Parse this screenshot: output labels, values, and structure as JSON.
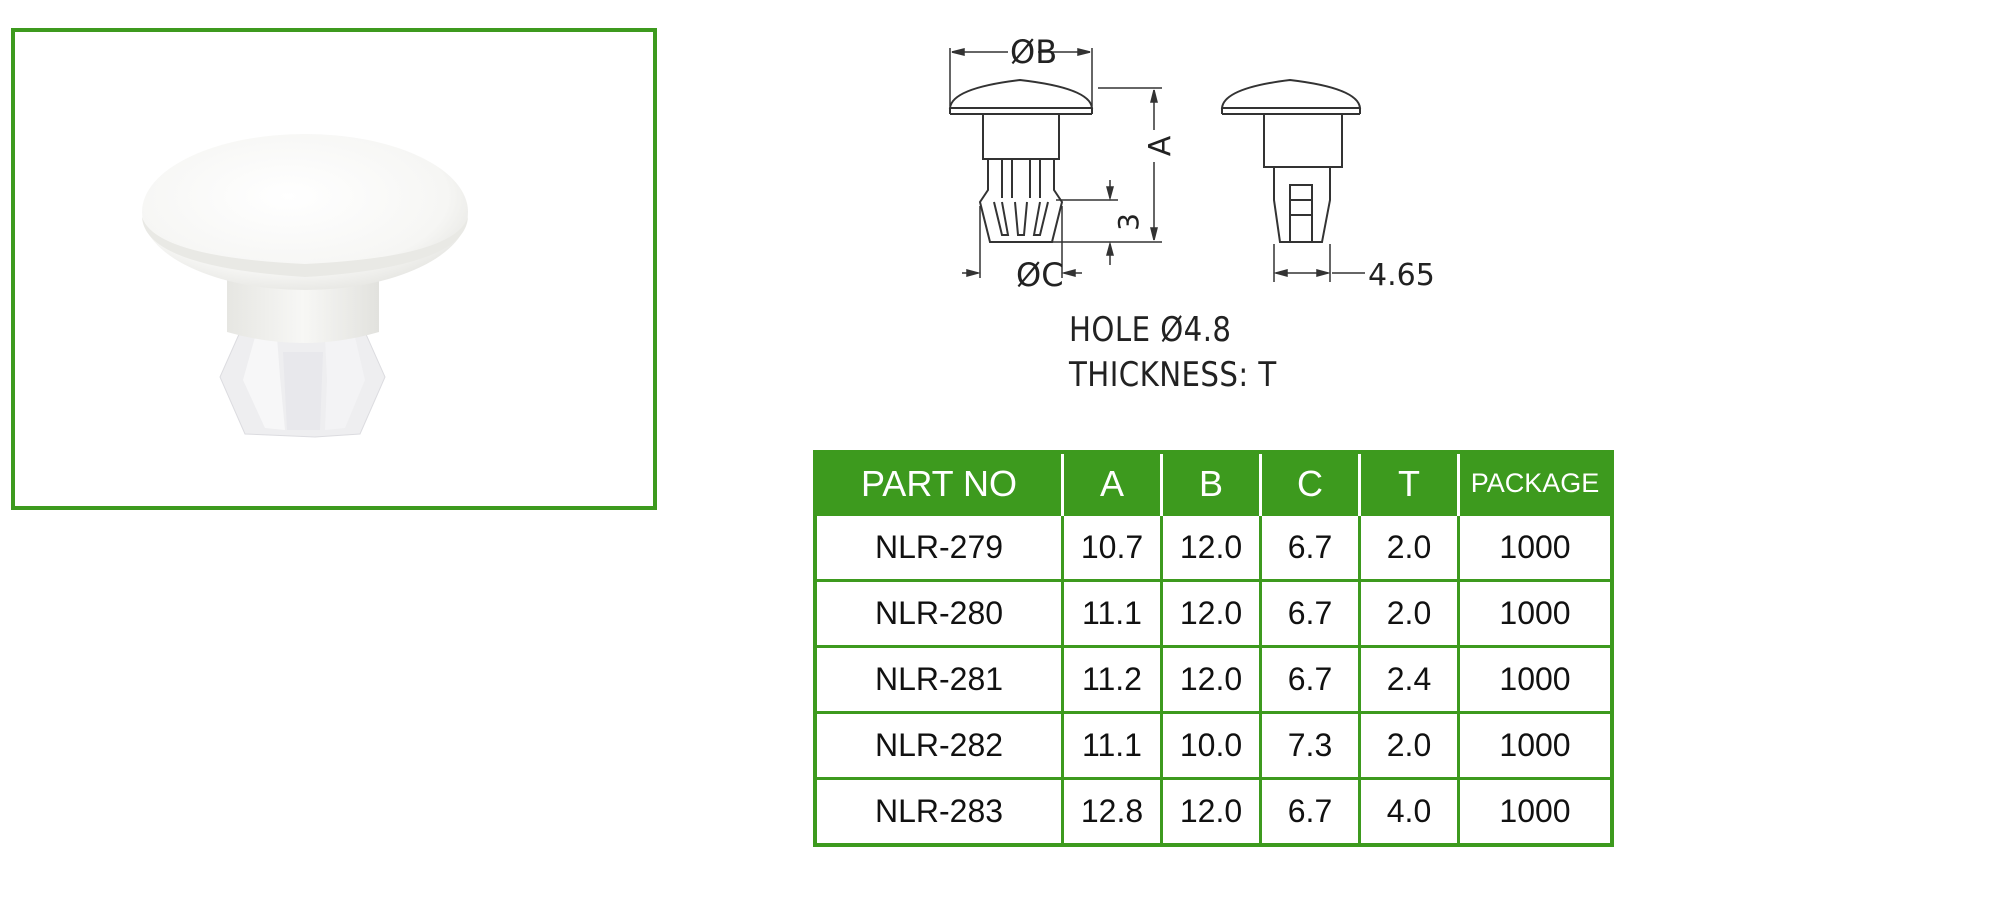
{
  "product": {
    "colors": {
      "accent": "#3d9a1e",
      "part": "#f3f3f1"
    }
  },
  "drawing": {
    "label_diameter_b": "ØB",
    "label_a": "A",
    "label_3": "3",
    "label_diameter_c": "ØC",
    "label_465": "4.65"
  },
  "specs": {
    "hole": "HOLE  Ø4.8",
    "thickness": "THICKNESS: T"
  },
  "table": {
    "headers": [
      "PART NO",
      "A",
      "B",
      "C",
      "T",
      "PACKAGE"
    ],
    "rows": [
      [
        "NLR-279",
        "10.7",
        "12.0",
        "6.7",
        "2.0",
        "1000"
      ],
      [
        "NLR-280",
        "11.1",
        "12.0",
        "6.7",
        "2.0",
        "1000"
      ],
      [
        "NLR-281",
        "11.2",
        "12.0",
        "6.7",
        "2.4",
        "1000"
      ],
      [
        "NLR-282",
        "11.1",
        "10.0",
        "7.3",
        "2.0",
        "1000"
      ],
      [
        "NLR-283",
        "12.8",
        "12.0",
        "6.7",
        "4.0",
        "1000"
      ]
    ]
  }
}
